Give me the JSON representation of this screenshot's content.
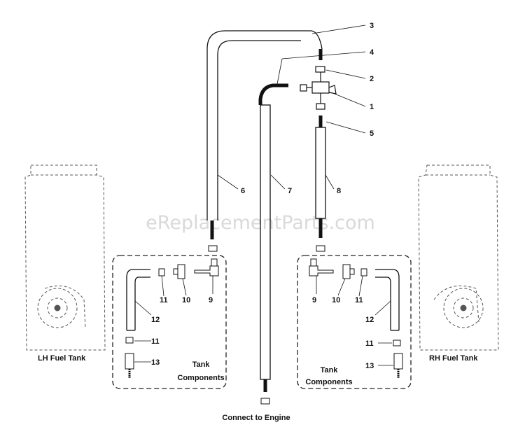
{
  "watermark": "eReplacementParts.com",
  "labels": {
    "lh_tank": "LH Fuel Tank",
    "rh_tank": "RH Fuel Tank",
    "connect_engine": "Connect to Engine",
    "tank_components_left_1": "Tank",
    "tank_components_left_2": "Components",
    "tank_components_right_1": "Tank",
    "tank_components_right_2": "Components"
  },
  "callouts": {
    "c1": "1",
    "c2": "2",
    "c3": "3",
    "c4": "4",
    "c5": "5",
    "c6": "6",
    "c7": "7",
    "c8": "8",
    "l9": "9",
    "l10": "10",
    "l11a": "11",
    "l11b": "11",
    "l12": "12",
    "l13": "13",
    "r9": "9",
    "r10": "10",
    "r11a": "11",
    "r11b": "11",
    "r12": "12",
    "r13": "13"
  }
}
